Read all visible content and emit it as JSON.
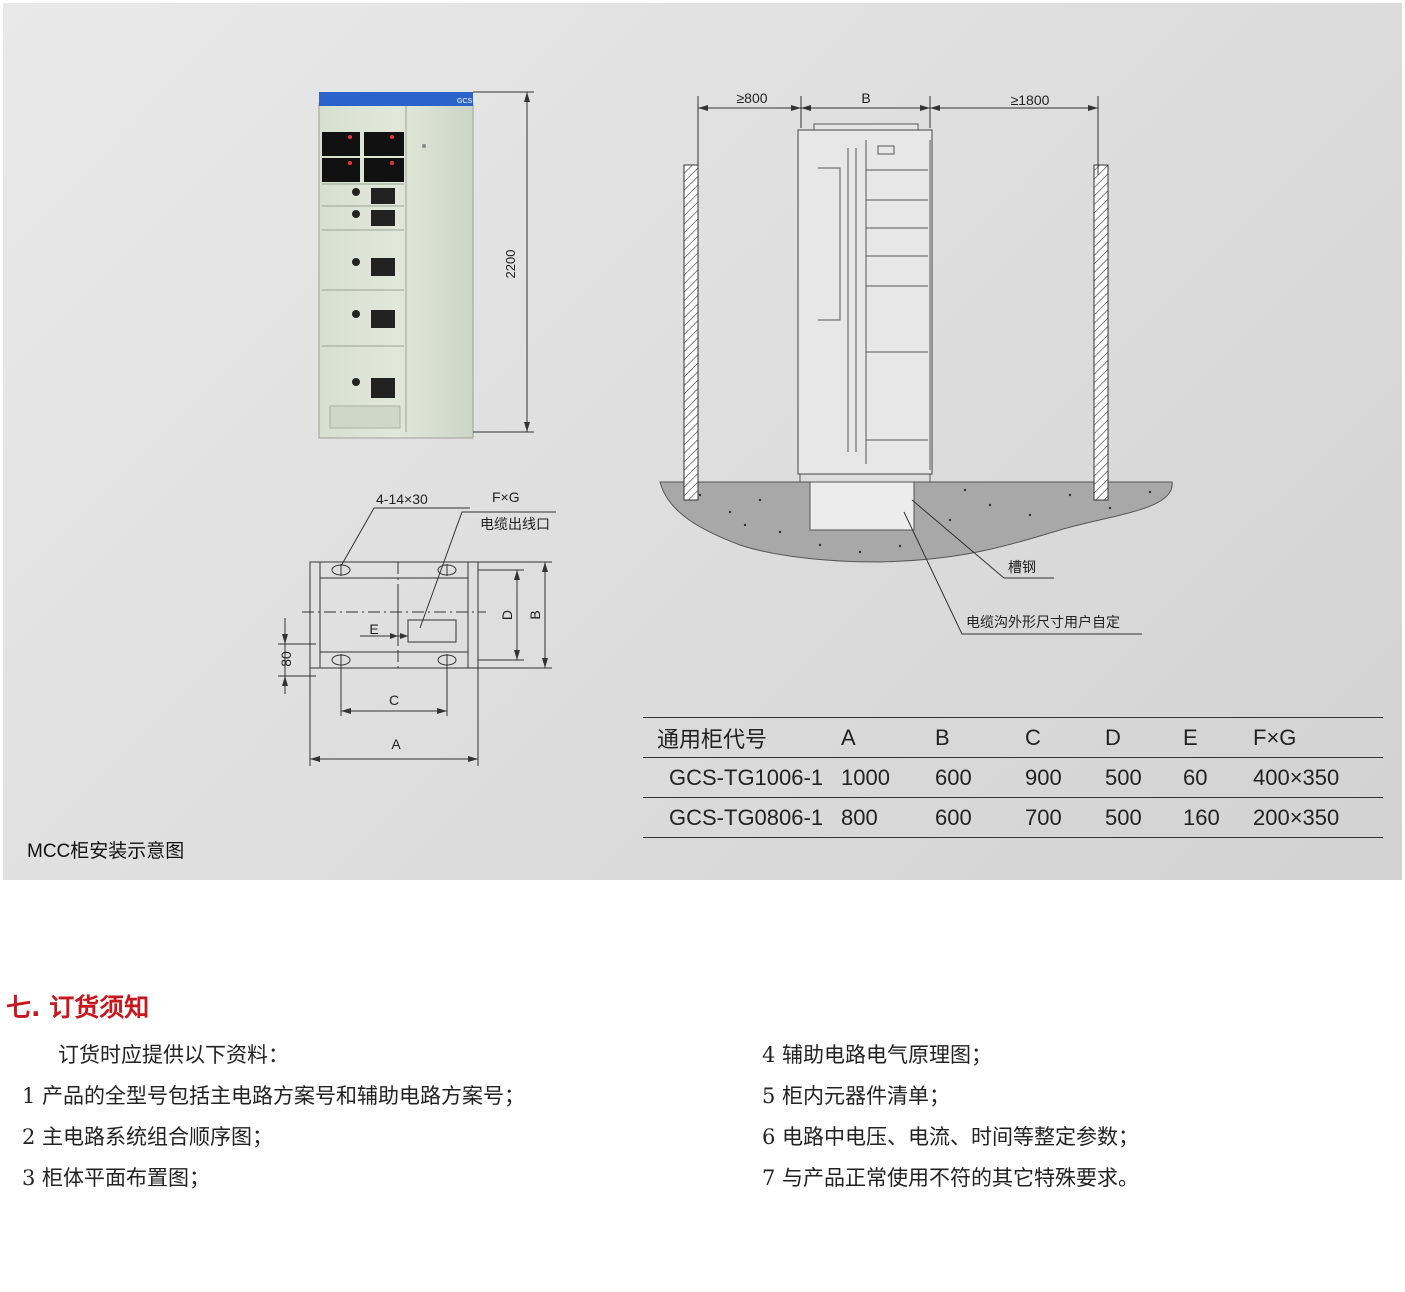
{
  "diagram": {
    "caption": "MCC柜安装示意图",
    "cabinet_photo": {
      "badge": "GCS",
      "height_label": "2200"
    },
    "side_view": {
      "left_clearance": "≥800",
      "width_label": "B",
      "right_clearance": "≥1800",
      "channel_steel_label": "槽钢",
      "cable_trench_label": "电缆沟外形尺寸用户自定"
    },
    "plan_view": {
      "holes_label": "4-14×30",
      "opening_size_label": "F×G",
      "cable_outlet_label": "电缆出线口",
      "e_label": "E",
      "d_label": "D",
      "b_label": "B",
      "dim_80": "80",
      "c_label": "C",
      "a_label": "A"
    }
  },
  "spec_table": {
    "headers": [
      "通用柜代号",
      "A",
      "B",
      "C",
      "D",
      "E",
      "F×G"
    ],
    "rows": [
      [
        "GCS-TG1006-1",
        "1000",
        "600",
        "900",
        "500",
        "60",
        "400×350"
      ],
      [
        "GCS-TG0806-1",
        "800",
        "600",
        "700",
        "500",
        "160",
        "200×350"
      ]
    ]
  },
  "ordering": {
    "title": "七. 订货须知",
    "intro": "订货时应提供以下资料：",
    "items": [
      "1 产品的全型号包括主电路方案号和辅助电路方案号；",
      "2 主电路系统组合顺序图；",
      "3 柜体平面布置图；",
      "4 辅助电路电气原理图；",
      "5 柜内元器件清单；",
      "6 电路中电压、电流、时间等整定参数；",
      "7 与产品正常使用不符的其它特殊要求。"
    ]
  },
  "colors": {
    "accent_red": "#c8161d",
    "cabinet_top_blue": "#2a63c9",
    "cabinet_body": "#dbe3d4"
  }
}
